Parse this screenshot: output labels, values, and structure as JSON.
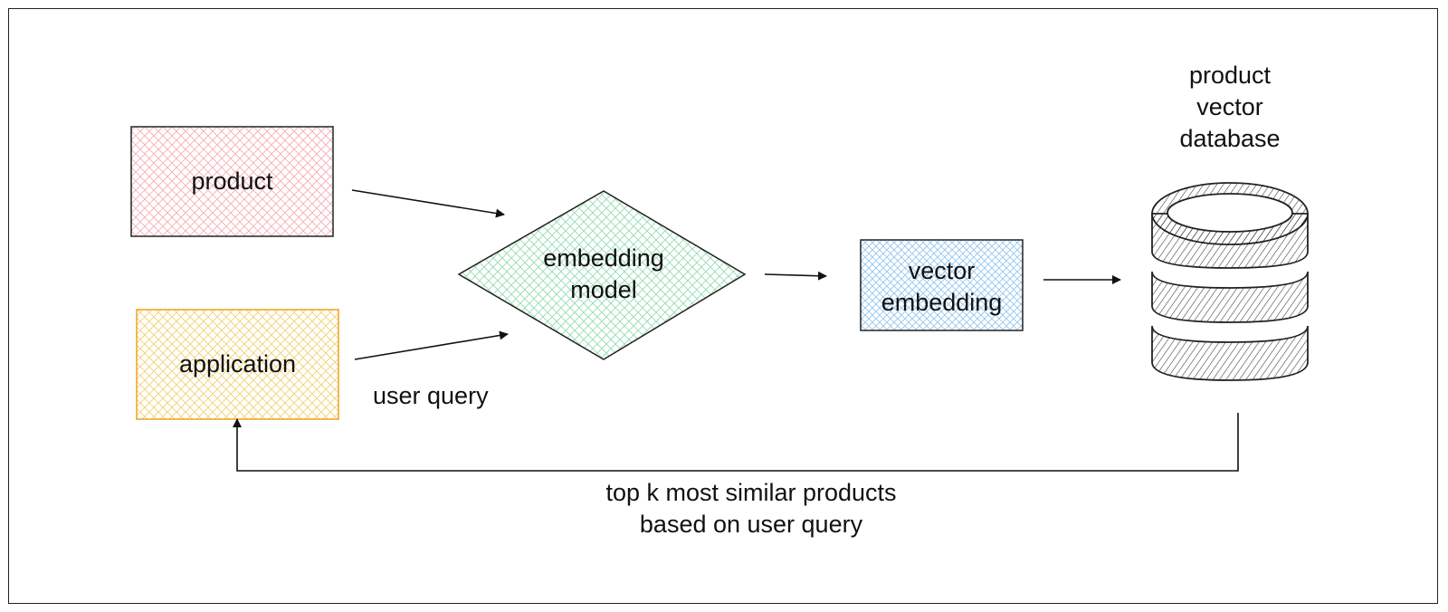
{
  "nodes": {
    "product": {
      "label": "product",
      "color": "#f4a9ad"
    },
    "application": {
      "label": "application",
      "color": "#f0b83a",
      "border": "#f0a020"
    },
    "embedding_model": {
      "line1": "embedding",
      "line2": "model",
      "color": "#7fd4a0"
    },
    "vector_embedding": {
      "line1": "vector",
      "line2": "embedding",
      "color": "#8fc4f0"
    },
    "database": {
      "line1": "product",
      "line2": "vector",
      "line3": "database",
      "icon": "database-cylinder-icon"
    }
  },
  "edges": {
    "user_query_label": "user query",
    "result_line1": "top k most similar products",
    "result_line2": "based on user query"
  }
}
